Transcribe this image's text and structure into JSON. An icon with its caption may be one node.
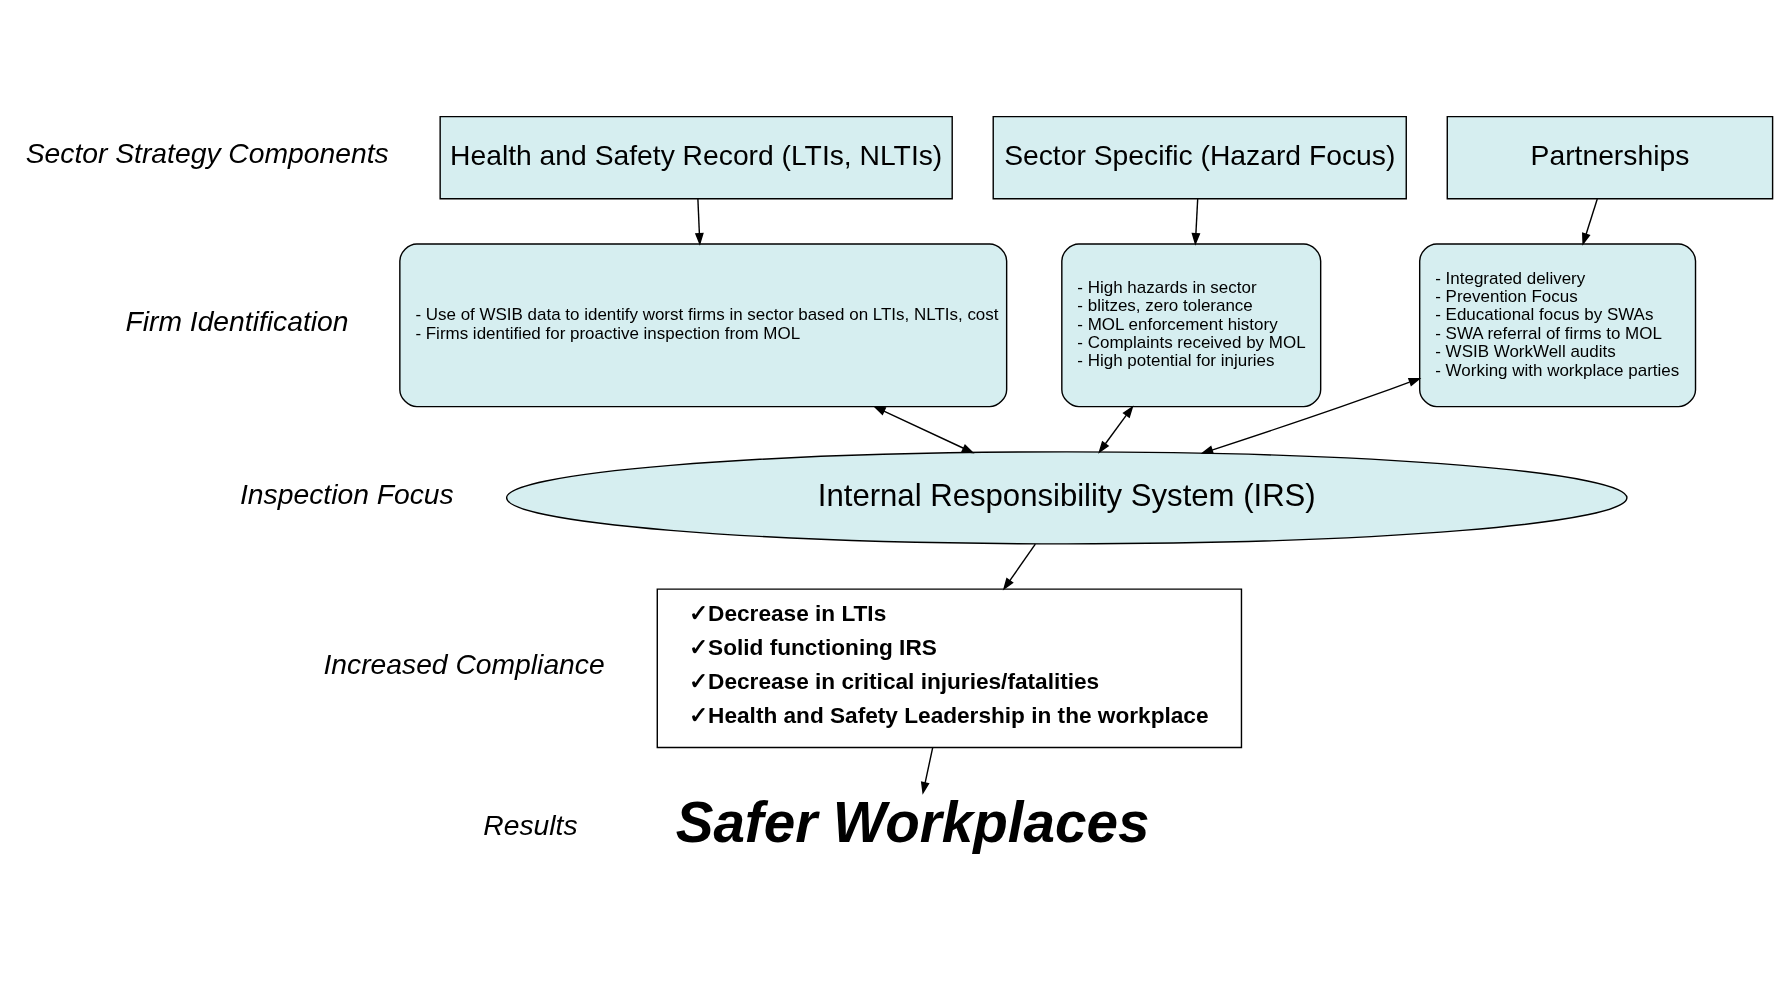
{
  "diagram": {
    "nodes": [
      {
        "text": [
          "Health and Safety Record (LTIs, NLTIs)"
        ]
      },
      {
        "text": [
          "Sector Specific (Hazard Focus)"
        ]
      },
      {
        "text": [
          "Partnerships"
        ]
      },
      {
        "text": [
          "- Use of WSIB data to identify worst firms in sector based on LTIs, NLTIs, cost",
          "- Firms identified for proactive inspection from MOL"
        ]
      },
      {
        "text": [
          "- High hazards in sector",
          "- blitzes, zero tolerance",
          "- MOL enforcement history",
          "- Complaints received by MOL",
          "- High potential for injuries"
        ]
      },
      {
        "text": [
          "- Integrated delivery",
          "- Prevention Focus",
          "- Educational focus by SWAs",
          "- SWA referral of firms to MOL",
          "- WSIB WorkWell audits",
          "- Working with workplace parties"
        ]
      },
      {
        "text": [
          "Internal Responsibility System (IRS)"
        ]
      },
      {
        "text": [
          "✓Decrease in LTIs",
          "✓Solid functioning IRS",
          "✓Decrease in critical injuries/fatalities",
          "✓Health and Safety Leadership in the workplace"
        ]
      },
      {
        "text": [
          "Safer Workplaces"
        ]
      }
    ],
    "edges": [
      {
        "from": 0,
        "to": 3,
        "arrow": "to"
      },
      {
        "from": 1,
        "to": 4,
        "arrow": "to"
      },
      {
        "from": 2,
        "to": 5,
        "arrow": "to"
      },
      {
        "from": 3,
        "to": 6,
        "arrow": "both"
      },
      {
        "from": 4,
        "to": 6,
        "arrow": "both"
      },
      {
        "from": 5,
        "to": 6,
        "arrow": "both"
      },
      {
        "from": 6,
        "to": 7,
        "arrow": "to"
      },
      {
        "from": 7,
        "to": 8,
        "arrow": "to"
      }
    ],
    "labels": [
      "Sector Strategy Components",
      "Firm Identification",
      "Inspection Focus",
      "Increased Compliance",
      "Results"
    ]
  }
}
